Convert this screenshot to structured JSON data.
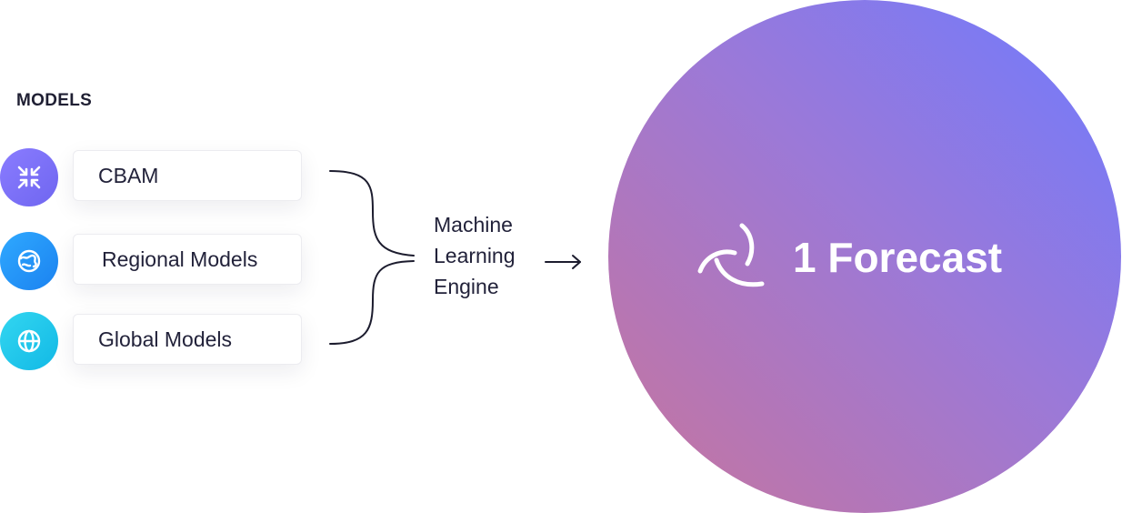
{
  "section": {
    "title": "MODELS"
  },
  "models": [
    {
      "label": "CBAM",
      "icon": "compress-arrows-icon",
      "color": "#7b71f6"
    },
    {
      "label": "Regional Models",
      "icon": "regional-map-icon",
      "color": "#2196f8"
    },
    {
      "label": "Global Models",
      "icon": "globe-icon",
      "color": "#1cc6ea"
    }
  ],
  "engine": {
    "lines": [
      "Machine",
      "Learning",
      "Engine"
    ]
  },
  "output": {
    "title": "1 Forecast",
    "logo": "forecast-logo-icon"
  },
  "colors": {
    "circle_gradient": [
      "#6e7aff",
      "#9b79d8",
      "#c8749c"
    ],
    "text": "#22223a",
    "connector": "#1c1c2e"
  }
}
